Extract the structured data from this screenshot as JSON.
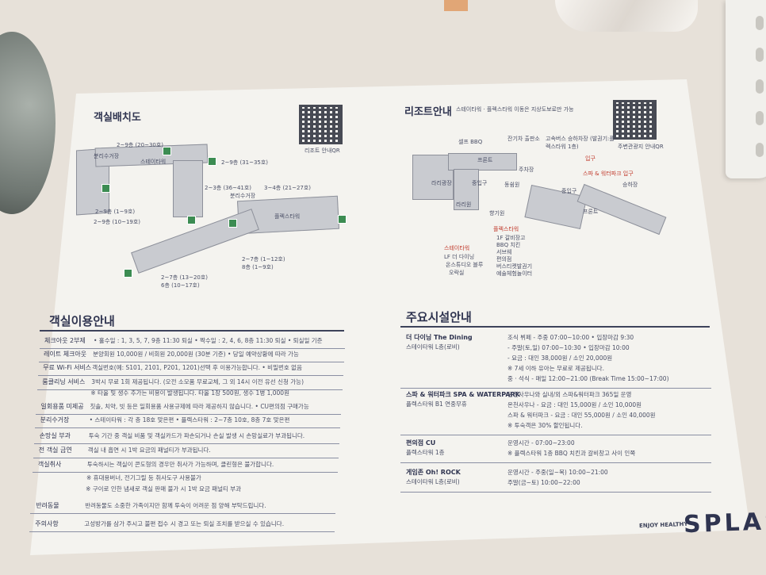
{
  "left_panel": {
    "room_layout_title": "객실배치도",
    "qr_caption": "리조트 안내QR",
    "map_labels": [
      "2~9층 (20~30호)",
      "분리수거장",
      "스테이타워",
      "2~9층 (1~9호)",
      "2~9층 (10~19호)",
      "2~9층 (31~35호)",
      "2~3층 (36~41호)",
      "3~4층 (21~27호)",
      "분리수거장",
      "플렉스타워",
      "2~7층 (1~12호)",
      "8층 (1~9호)",
      "2~7층 (13~20호)",
      "6층 (10~17호)"
    ],
    "usage_title": "객실이용안내",
    "usage_rows": [
      {
        "label": "체크아웃 2부제",
        "value": "• 홀수일 : 1, 3, 5, 7, 9층 11:30 퇴실   • 짝수일 : 2, 4, 6, 8층 11:30 퇴실 • 퇴실일 기준"
      },
      {
        "label": "레이트 체크아웃",
        "value": "분양회원 10,000원 / 비회원 20,000원 (30분 기준) • 당일 예약상황에 따라 가능"
      },
      {
        "label": "무료 Wi-Fi 서비스",
        "value": "객실번호(예: S101, 2101, P201, 1201)선택 후 이용가능합니다. • 비밀번호 없음"
      },
      {
        "label": "룸클리닝 서비스",
        "value": "3박시 무료 1회 제공됩니다. (오전 소모품 무료교체, 그 외 14시 이전 유선 신청 가능)"
      },
      {
        "label": "",
        "value": "※ 타올 및 생수 추가는 비용이 발생됩니다. 타올 1장 500원, 생수 1병 1,000원"
      },
      {
        "label": "일회용품 미제공",
        "value": "칫솔, 치약, 빗 등은 일회용품 사용규제에 따라 제공하지 않습니다. • CU편의점 구매가능"
      },
      {
        "label": "분리수거장",
        "value": "• 스테이타워 : 각 층 18호 맞은편      • 플렉스타워 : 2~7층 10호, 8층 7호 맞은편"
      },
      {
        "label": "손망실 부과",
        "value": "투숙 기간 중 객실 비품 및 객실카드가 파손되거나 손실 발생 시 손망실료가 부과됩니다."
      },
      {
        "label": "전 객실 금연",
        "value": "객실 내 흡연 시 1박 요금의 패널티가 부과됩니다."
      },
      {
        "label": "객실취사",
        "value": "투숙하시는 객실이 콘도형의 경우만 취사가 가능하며, 클린형은 불가합니다."
      },
      {
        "label": "",
        "value": "※ 휴대용버너, 전기그릴 등 취사도구 사용불가"
      },
      {
        "label": "",
        "value": "※ 구이로 인한 냄새로 객실 판매 불가 시 1박 요금 패널티 부과"
      },
      {
        "label": "반려동물",
        "value": "반려동물도 소중한 가족이지만 함께 투숙이 어려운 점 양해 부탁드립니다."
      },
      {
        "label": "주의사항",
        "value": "고성방가를 삼가 주시고 불편 접수 시 경고 또는 퇴실 조치를 받으실 수 있습니다."
      }
    ]
  },
  "right_panel": {
    "resort_title": "리조트안내",
    "resort_subtitle": "스테이타워 · 플렉스타워 이동은 지상도보로만 가능",
    "qr_caption": "주변관광지 안내QR",
    "map_labels": [
      "셀프 BBQ",
      "잔기차 출판소",
      "고속버스 승하차장 (발권기:플렉스타워 1층)",
      "프론트",
      "중입구",
      "주차장",
      "입구",
      "스파 & 워터파크 입구",
      "승하장",
      "라리광장",
      "동쉼원",
      "중입구",
      "프론트",
      "라리원",
      "향기원",
      "플렉스타워",
      "1F 갈비장고",
      "BBQ 치킨",
      "서브웨",
      "편의점",
      "버스티켓발권기",
      "예술체험놀이터",
      "스테이타워",
      "LF 더 다이닝",
      "온스튜디오 블루",
      "오락실"
    ],
    "facilities_title": "주요시설안내",
    "facilities": [
      {
        "name": "더 다이닝 The Dining",
        "location": "스테이타워 L층(로비)",
        "lines": [
          "조식 뷔페 - 주중 07:00~10:00 • 입장마감 9:30",
          "- 주말(토,일) 07:00~10:30 • 입장마감 10:00",
          "- 요금 : 대인 38,000원 / 소인 20,000원",
          "※ 7세 이하 유아는 무료로 제공됩니다.",
          "중 · 석식 - 매일 12:00~21:00 (Break Time 15:00~17:00)"
        ]
      },
      {
        "name": "스파 & 워터파크 SPA & WATERPARK",
        "location": "플렉스타워 B1   연중무휴",
        "lines": [
          "온천사우나와 실내/외 스파&워터파크 365일 운영",
          "온천사우나 - 요금 : 대인 15,000원 / 소인 10,000원",
          "스파 & 워터파크 - 요금 : 대인 55,000원 / 소인 40,000원",
          "※ 투숙객은 30% 할인됩니다."
        ]
      },
      {
        "name": "편의점 CU",
        "location": "플렉스타워 1층",
        "lines": [
          "운영시간 - 07:00~23:00",
          "※ 플렉스타워 1층 BBQ 치킨과 갈비창고 사이 인쪽"
        ]
      },
      {
        "name": "게임존 Oh! ROCK",
        "location": "스테이타워 L층(로비)",
        "lines": [
          "운영시간 - 주중(일~목) 10:00~21:00",
          "주말(금~토) 10:00~22:00"
        ]
      }
    ],
    "brand_tagline": "ENJOY HEALTHY",
    "brand_logo": "SPLAS"
  }
}
